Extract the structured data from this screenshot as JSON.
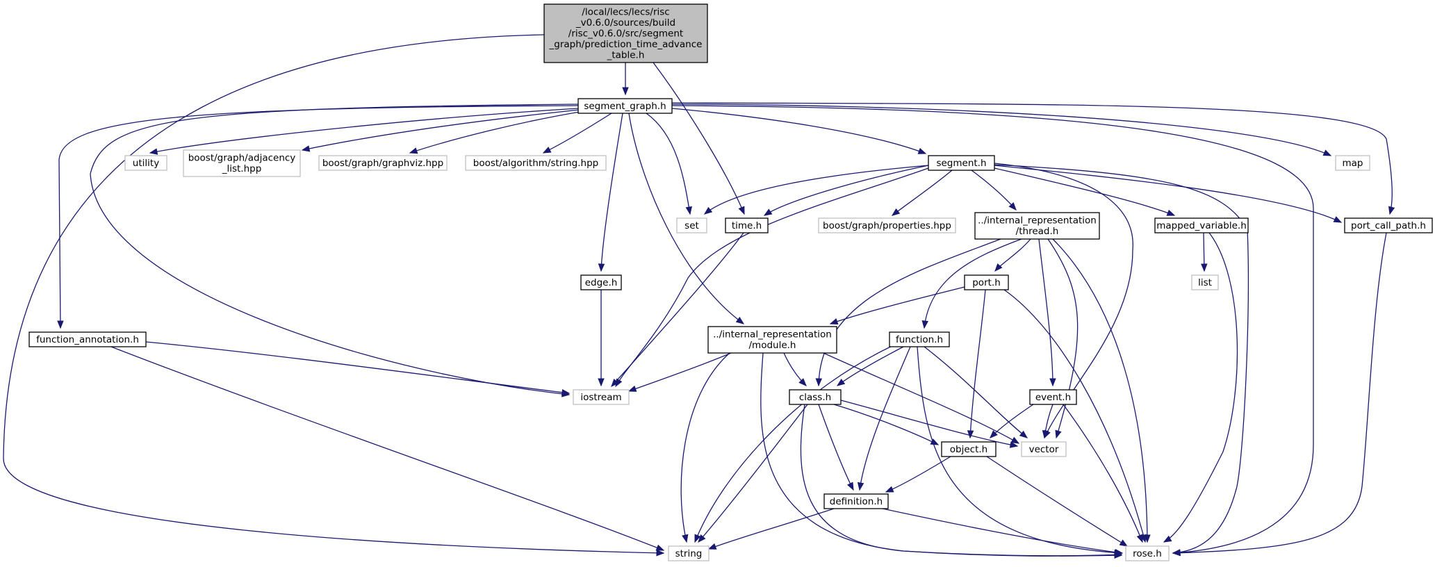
{
  "colors": {
    "edge": "#191970",
    "root_fill": "#bfbfbf",
    "node_border": "#000000",
    "external_border": "#bfbfbf",
    "background": "#ffffff"
  },
  "nodes": [
    {
      "id": "root",
      "lines": [
        "/local/lecs/lecs/risc",
        "_v0.6.0/sources/build",
        "/risc_v0.6.0/src/segment",
        "_graph/prediction_time_advance",
        "_table.h"
      ],
      "kind": "root"
    },
    {
      "id": "segment_graph",
      "lines": [
        "segment_graph.h"
      ],
      "kind": "file"
    },
    {
      "id": "utility",
      "lines": [
        "utility"
      ],
      "kind": "external"
    },
    {
      "id": "adjacency",
      "lines": [
        "boost/graph/adjacency",
        "_list.hpp"
      ],
      "kind": "external"
    },
    {
      "id": "graphviz",
      "lines": [
        "boost/graph/graphviz.hpp"
      ],
      "kind": "external"
    },
    {
      "id": "algostring",
      "lines": [
        "boost/algorithm/string.hpp"
      ],
      "kind": "external"
    },
    {
      "id": "segment",
      "lines": [
        "segment.h"
      ],
      "kind": "file"
    },
    {
      "id": "map",
      "lines": [
        "map"
      ],
      "kind": "external"
    },
    {
      "id": "set",
      "lines": [
        "set"
      ],
      "kind": "external"
    },
    {
      "id": "time",
      "lines": [
        "time.h"
      ],
      "kind": "file"
    },
    {
      "id": "properties",
      "lines": [
        "boost/graph/properties.hpp"
      ],
      "kind": "external"
    },
    {
      "id": "thread",
      "lines": [
        "../internal_representation",
        "/thread.h"
      ],
      "kind": "file"
    },
    {
      "id": "mapped",
      "lines": [
        "mapped_variable.h"
      ],
      "kind": "file"
    },
    {
      "id": "portcall",
      "lines": [
        "port_call_path.h"
      ],
      "kind": "file"
    },
    {
      "id": "list",
      "lines": [
        "list"
      ],
      "kind": "external"
    },
    {
      "id": "edge",
      "lines": [
        "edge.h"
      ],
      "kind": "file"
    },
    {
      "id": "port",
      "lines": [
        "port.h"
      ],
      "kind": "file"
    },
    {
      "id": "func_annot",
      "lines": [
        "function_annotation.h"
      ],
      "kind": "file"
    },
    {
      "id": "module",
      "lines": [
        "../internal_representation",
        "/module.h"
      ],
      "kind": "file"
    },
    {
      "id": "function",
      "lines": [
        "function.h"
      ],
      "kind": "file"
    },
    {
      "id": "iostream",
      "lines": [
        "iostream"
      ],
      "kind": "external"
    },
    {
      "id": "class",
      "lines": [
        "class.h"
      ],
      "kind": "file"
    },
    {
      "id": "event",
      "lines": [
        "event.h"
      ],
      "kind": "file"
    },
    {
      "id": "object",
      "lines": [
        "object.h"
      ],
      "kind": "file"
    },
    {
      "id": "vector",
      "lines": [
        "vector"
      ],
      "kind": "external"
    },
    {
      "id": "definition",
      "lines": [
        "definition.h"
      ],
      "kind": "file"
    },
    {
      "id": "string",
      "lines": [
        "string"
      ],
      "kind": "external"
    },
    {
      "id": "rose",
      "lines": [
        "rose.h"
      ],
      "kind": "external"
    }
  ],
  "edges": [
    {
      "from": "root",
      "to": "segment_graph"
    },
    {
      "from": "root",
      "to": "time"
    },
    {
      "from": "root",
      "to": "string"
    },
    {
      "from": "segment_graph",
      "to": "utility"
    },
    {
      "from": "segment_graph",
      "to": "adjacency"
    },
    {
      "from": "segment_graph",
      "to": "graphviz"
    },
    {
      "from": "segment_graph",
      "to": "algostring"
    },
    {
      "from": "segment_graph",
      "to": "segment"
    },
    {
      "from": "segment_graph",
      "to": "map"
    },
    {
      "from": "segment_graph",
      "to": "portcall"
    },
    {
      "from": "segment_graph",
      "to": "rose"
    },
    {
      "from": "segment_graph",
      "to": "set"
    },
    {
      "from": "segment_graph",
      "to": "edge"
    },
    {
      "from": "segment_graph",
      "to": "module"
    },
    {
      "from": "segment_graph",
      "to": "func_annot"
    },
    {
      "from": "segment_graph",
      "to": "iostream"
    },
    {
      "from": "segment",
      "to": "set"
    },
    {
      "from": "segment",
      "to": "time"
    },
    {
      "from": "segment",
      "to": "properties"
    },
    {
      "from": "segment",
      "to": "thread"
    },
    {
      "from": "segment",
      "to": "mapped"
    },
    {
      "from": "segment",
      "to": "portcall"
    },
    {
      "from": "segment",
      "to": "vector"
    },
    {
      "from": "segment",
      "to": "rose"
    },
    {
      "from": "segment",
      "to": "iostream"
    },
    {
      "from": "time",
      "to": "iostream"
    },
    {
      "from": "thread",
      "to": "port"
    },
    {
      "from": "thread",
      "to": "function"
    },
    {
      "from": "thread",
      "to": "class"
    },
    {
      "from": "thread",
      "to": "event"
    },
    {
      "from": "thread",
      "to": "vector"
    },
    {
      "from": "thread",
      "to": "rose"
    },
    {
      "from": "mapped",
      "to": "list"
    },
    {
      "from": "mapped",
      "to": "rose"
    },
    {
      "from": "portcall",
      "to": "rose"
    },
    {
      "from": "edge",
      "to": "iostream"
    },
    {
      "from": "port",
      "to": "module"
    },
    {
      "from": "port",
      "to": "object"
    },
    {
      "from": "port",
      "to": "rose"
    },
    {
      "from": "func_annot",
      "to": "iostream"
    },
    {
      "from": "func_annot",
      "to": "string"
    },
    {
      "from": "module",
      "to": "iostream"
    },
    {
      "from": "module",
      "to": "class"
    },
    {
      "from": "module",
      "to": "vector"
    },
    {
      "from": "module",
      "to": "string"
    },
    {
      "from": "module",
      "to": "rose"
    },
    {
      "from": "function",
      "to": "class"
    },
    {
      "from": "function",
      "to": "vector"
    },
    {
      "from": "function",
      "to": "string"
    },
    {
      "from": "function",
      "to": "definition"
    },
    {
      "from": "function",
      "to": "rose"
    },
    {
      "from": "class",
      "to": "object"
    },
    {
      "from": "class",
      "to": "vector"
    },
    {
      "from": "class",
      "to": "definition"
    },
    {
      "from": "class",
      "to": "string"
    },
    {
      "from": "class",
      "to": "rose"
    },
    {
      "from": "event",
      "to": "object"
    },
    {
      "from": "event",
      "to": "vector"
    },
    {
      "from": "event",
      "to": "rose"
    },
    {
      "from": "object",
      "to": "definition"
    },
    {
      "from": "object",
      "to": "rose"
    },
    {
      "from": "definition",
      "to": "string"
    },
    {
      "from": "definition",
      "to": "rose"
    }
  ]
}
